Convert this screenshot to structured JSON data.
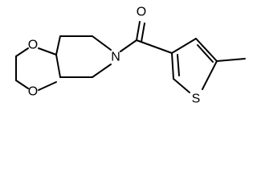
{
  "molecule": {
    "atoms": {
      "oxygen_carbonyl": "O",
      "nitrogen": "N",
      "oxygen_ring_top": "O",
      "oxygen_ring_bottom": "O",
      "sulfur": "S"
    }
  }
}
